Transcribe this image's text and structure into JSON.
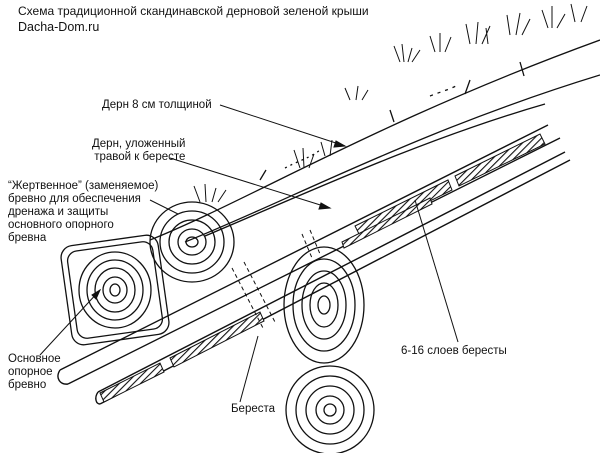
{
  "header": {
    "title": "Схема традиционной скандинавской дерновой зеленой крыши",
    "site": "Dacha-Dom.ru"
  },
  "labels": {
    "turf_thickness": "Дерн 8 см толщиной",
    "turf_grass_down": [
      "Дерн, уложенный",
      "травой к бересте"
    ],
    "sacrificial_log": [
      "“Жертвенное” (заменяемое)",
      "бревно для обеспечения",
      "дренажа и защиты",
      "основного опорного",
      "бревна"
    ],
    "main_log": [
      "Основное",
      "опорное",
      "бревно"
    ],
    "birch_bark": "Береста",
    "bark_layers": "6-16 слоев бересты"
  },
  "colors": {
    "ink": "#111111",
    "background": "#ffffff"
  }
}
